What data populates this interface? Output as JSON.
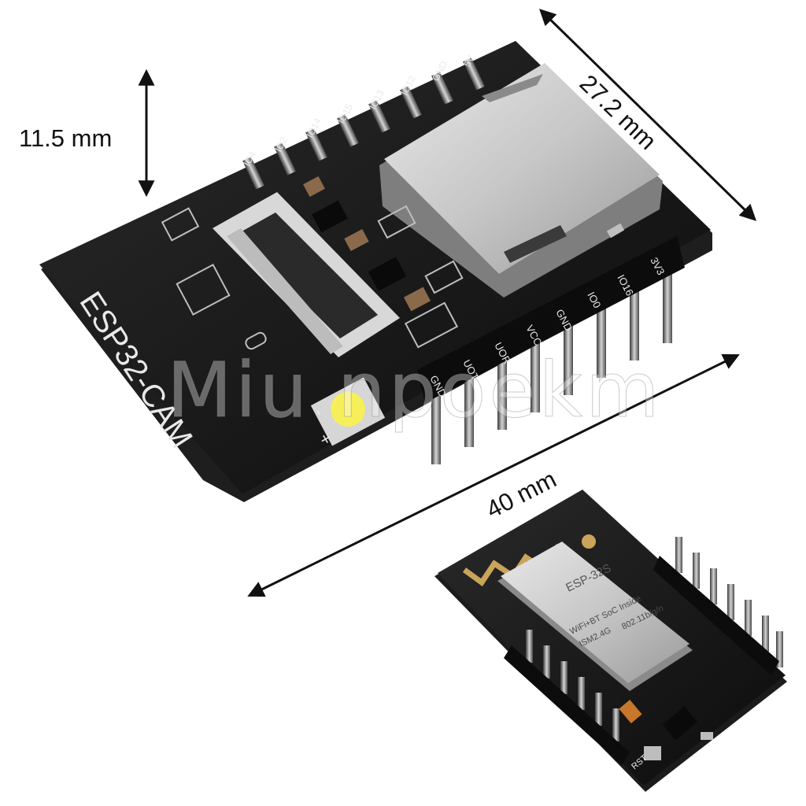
{
  "dimensions": {
    "height": "11.5 mm",
    "width": "27.2 mm",
    "length": "40 mm"
  },
  "board_front": {
    "label": "ESP32-CAM",
    "pin_labels_top": [
      "3V3",
      "IO16",
      "IO0",
      "GND",
      "VCC",
      "UOR",
      "UOT",
      "GND"
    ],
    "pin_labels_back": [
      "5V",
      "GND",
      "IO12",
      "IO13",
      "IO15",
      "IO14",
      "IO2",
      "IO4"
    ],
    "polarity_minus": "-",
    "polarity_plus": "+"
  },
  "board_back": {
    "module_name": "ESP-32S",
    "module_line1": "WiFi+BT SoC Inside",
    "module_line2": "ISM2.4G",
    "module_line3": "802.11b/g/n",
    "reset_label": "RST"
  },
  "watermark": "Miu npoekm",
  "colors": {
    "pcb": "#141414",
    "shield": "#c9c9c9",
    "led": "#f6ef5a",
    "antenna_gold": "#c9a45a"
  }
}
